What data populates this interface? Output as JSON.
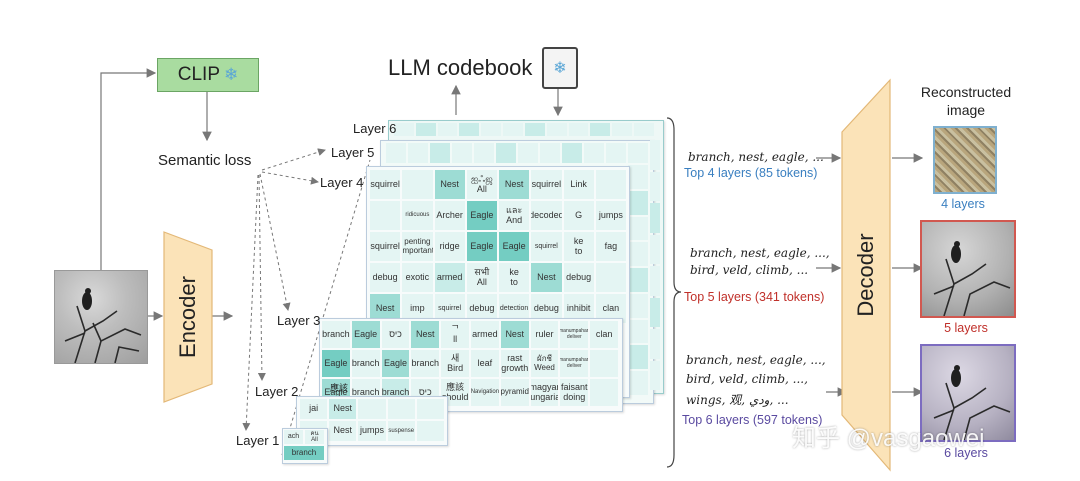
{
  "clip": {
    "label": "CLIP",
    "icon": "snowflake-icon"
  },
  "encoder": {
    "label": "Encoder"
  },
  "decoder": {
    "label": "Decoder"
  },
  "semantic_loss": "Semantic loss",
  "codebook": {
    "label": "LLM codebook",
    "icon": "book-snowflake-icon"
  },
  "layers": {
    "l1": "Layer 1",
    "l2": "Layer 2",
    "l3": "Layer 3",
    "l4": "Layer 4",
    "l5": "Layer 5",
    "l6": "Layer 6"
  },
  "layer4_grid": [
    [
      "squirrel",
      "Nest",
      "ஐஃஜ\nAll",
      "Nest",
      "squirrel",
      "Link"
    ],
    [
      "",
      "ridicuous",
      "Archer",
      "Eagle",
      "และ\nAnd",
      "decoded",
      "G",
      "jumps"
    ],
    [
      "",
      "squirrel",
      "penting\nimportant",
      "ridge",
      "Eagle",
      "Eagle",
      "squirrel",
      "ke\nto",
      "fag"
    ],
    [
      "",
      "debug",
      "exotic",
      "armed",
      "सभी\nAll",
      "ke\nto",
      "Nest",
      "debug"
    ],
    [
      "",
      "Nest",
      "imp",
      "squirrel",
      "debug",
      "detection",
      "debug",
      "inhibit",
      "clan"
    ]
  ],
  "layer3_grid": [
    [
      "branch",
      "Eagle",
      "כיס",
      "Nest",
      "ᄀ\nll",
      "armed",
      "Nest",
      "ruler",
      "manumpahan\ndeliver",
      "clan"
    ],
    [
      "Eagle",
      "branch",
      "Eagle",
      "branch",
      "새\nBird",
      "leaf",
      "rast\ngrowth",
      "ผักชี\nWeed",
      "manumpahan\ndeliver"
    ],
    [
      "Eagle",
      "branch",
      "branch",
      "כיס",
      "應該\nshould",
      "Navigation",
      "pyramid",
      "magyar\nHungarian",
      "faisant\ndoing"
    ]
  ],
  "layer2_grid": [
    [
      "jai",
      "Nest"
    ],
    [
      "",
      "應該"
    ],
    [
      "Nest",
      "jumps",
      "suspense"
    ]
  ],
  "layer1_grid": [
    [
      "ach",
      "คน\nAll"
    ],
    [
      "branch"
    ]
  ],
  "outputs": [
    {
      "tokens": "branch, nest, eagle, ...",
      "caption": "Top 4 layers (85 tokens)",
      "rec_caption": "4 layers"
    },
    {
      "tokens_line1": "branch, nest, eagle, ...,",
      "tokens_line2": "bird, veld, climb, ...",
      "caption": "Top 5 layers (341 tokens)",
      "rec_caption": "5 layers"
    },
    {
      "tokens_line1": "branch, nest, eagle, ...,",
      "tokens_line2": "bird, veld, climb, ...,",
      "tokens_line3": "wings, 观, ودي, ...",
      "caption": "Top 6 layers (597 tokens)",
      "rec_caption": "6 layers"
    }
  ],
  "reconstructed_title_line1": "Reconstructed",
  "reconstructed_title_line2": "image",
  "watermark": "知乎 @vasgaowei",
  "colors": {
    "blue": "#3a7fc0",
    "red": "#c0302a",
    "purple": "#5a4aa0",
    "clip_green": "#a9dca0",
    "trapezoid": "#fbe3b8"
  }
}
